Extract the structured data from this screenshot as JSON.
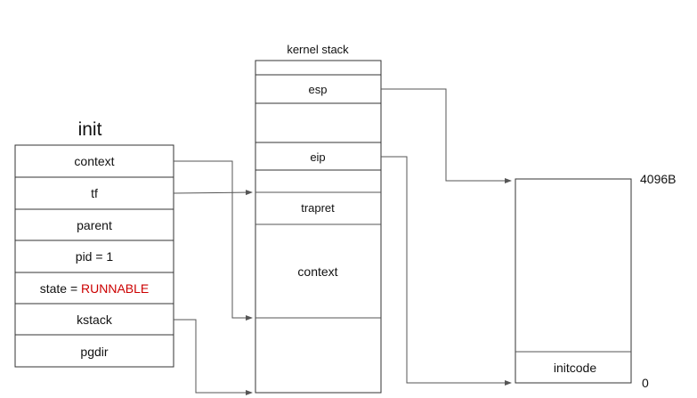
{
  "proc": {
    "title": "init",
    "fields": {
      "context": "context",
      "tf": "tf",
      "parent": "parent",
      "pid": "pid = 1",
      "state_prefix": "state = ",
      "state_value": "RUNNABLE",
      "kstack": "kstack",
      "pgdir": "pgdir"
    }
  },
  "kernel_stack": {
    "title": "kernel stack",
    "esp": "esp",
    "eip": "eip",
    "trapret": "trapret",
    "context": "context"
  },
  "memory": {
    "top_label": "4096B",
    "bottom_label": "0",
    "initcode": "initcode"
  },
  "colors": {
    "state_value": "#cc0000",
    "box_stroke": "#333333",
    "arrow": "#555555"
  }
}
